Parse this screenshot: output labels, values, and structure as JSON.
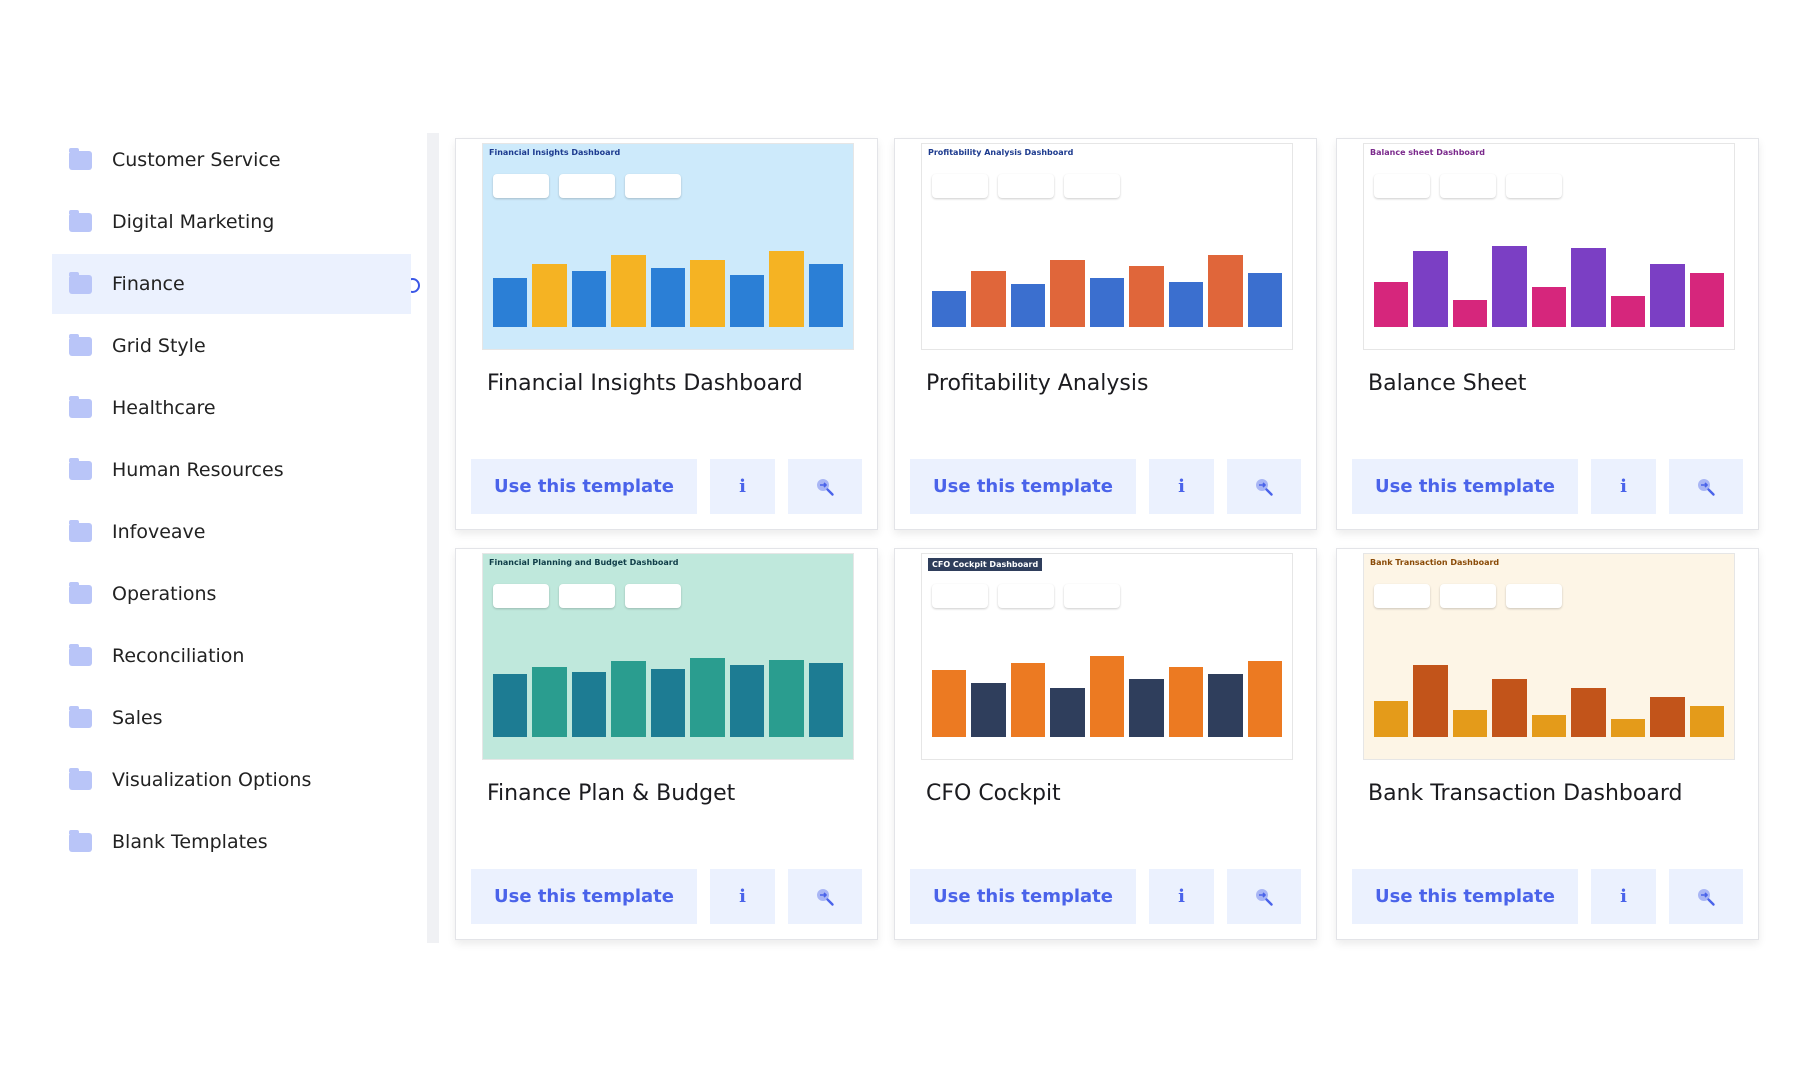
{
  "sidebar": {
    "items": [
      {
        "label": "Customer Service"
      },
      {
        "label": "Digital Marketing"
      },
      {
        "label": "Finance",
        "active": true
      },
      {
        "label": "Grid Style"
      },
      {
        "label": "Healthcare"
      },
      {
        "label": "Human Resources"
      },
      {
        "label": "Infoveave"
      },
      {
        "label": "Operations"
      },
      {
        "label": "Reconciliation"
      },
      {
        "label": "Sales"
      },
      {
        "label": "Visualization Options"
      },
      {
        "label": "Blank Templates"
      }
    ]
  },
  "cards": [
    {
      "title": "Financial Insights Dashboard",
      "thumb_title": "Financial Insights Dashboard",
      "bg": "#cdeafb",
      "bar": "#2b7fd6",
      "bar2": "#f5b323",
      "title_color": "#1d3b8f"
    },
    {
      "title": "Profitability Analysis",
      "thumb_title": "Profitability Analysis Dashboard",
      "bg": "#ffffff",
      "bar": "#3b6fcf",
      "bar2": "#e0663a",
      "title_color": "#1d3b8f"
    },
    {
      "title": "Balance Sheet",
      "thumb_title": "Balance sheet Dashboard",
      "bg": "#ffffff",
      "bar": "#d6267c",
      "bar2": "#7b3fc4",
      "title_color": "#7b2a8c"
    },
    {
      "title": "Finance Plan & Budget",
      "thumb_title": "Financial Planning and Budget Dashboard",
      "bg": "#bfe8dc",
      "bar": "#1d7c93",
      "bar2": "#2a9d8f",
      "title_color": "#0f3d48"
    },
    {
      "title": "CFO Cockpit",
      "thumb_title": "CFO Cockpit Dashboard",
      "bg": "#ffffff",
      "bar": "#ec7a22",
      "bar2": "#2f3e5c",
      "title_color": "#ffffff"
    },
    {
      "title": "Bank Transaction Dashboard",
      "thumb_title": "Bank Transaction Dashboard",
      "bg": "#fdf5e6",
      "bar": "#e49b1a",
      "bar2": "#c2541a",
      "title_color": "#8a4b08"
    }
  ],
  "buttons": {
    "use": "Use this template",
    "info": "i",
    "preview_icon": "zoom-in-icon"
  },
  "accent": "#4a63ea"
}
